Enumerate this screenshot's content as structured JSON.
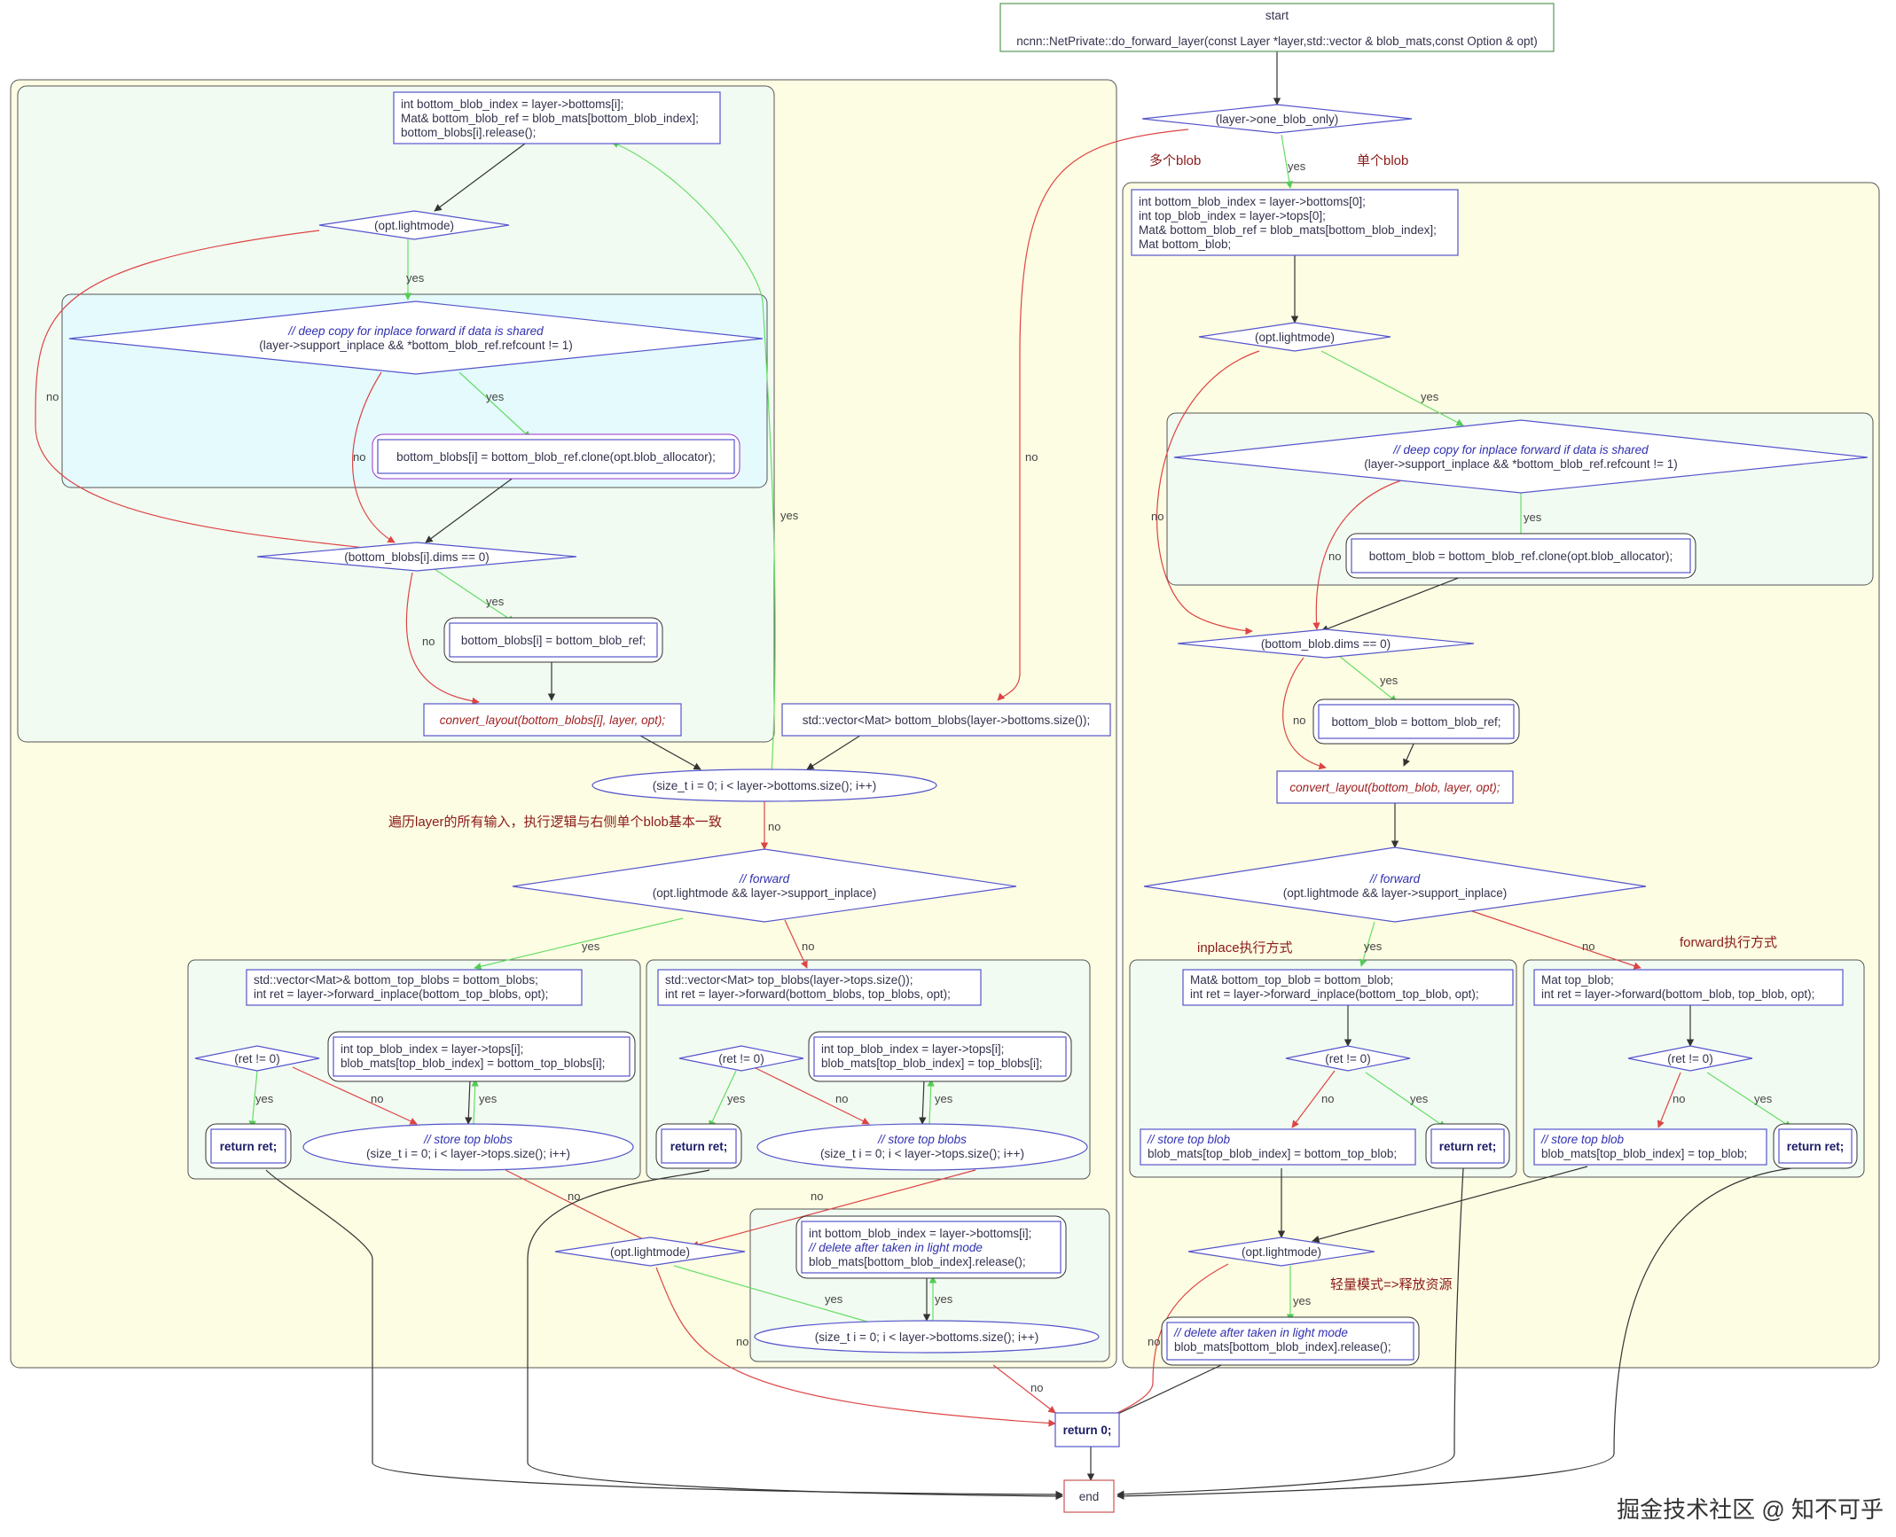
{
  "nodes": {
    "start": {
      "line1": "start",
      "line2": "ncnn::NetPrivate::do_forward_layer(const Layer *layer,std::vector & blob_mats,const Option & opt)"
    },
    "one_blob_only": "(layer->one_blob_only)",
    "right_decl": [
      "int bottom_blob_index = layer->bottoms[0];",
      "int top_blob_index = layer->tops[0];",
      "Mat& bottom_blob_ref = blob_mats[bottom_blob_index];",
      "Mat bottom_blob;"
    ],
    "right_lightmode": "(opt.lightmode)",
    "right_deepcopy": [
      "// deep copy for inplace forward if data is shared",
      "(layer->support_inplace && *bottom_blob_ref.refcount != 1)"
    ],
    "right_clone": "bottom_blob = bottom_blob_ref.clone(opt.blob_allocator);",
    "right_dims": "(bottom_blob.dims == 0)",
    "right_assign": "bottom_blob = bottom_blob_ref;",
    "right_convert": "convert_layout(bottom_blob, layer, opt);",
    "right_forward": [
      "// forward",
      "(opt.lightmode && layer->support_inplace)"
    ],
    "right_inplace": [
      "Mat& bottom_top_blob = bottom_blob;",
      "int ret = layer->forward_inplace(bottom_top_blob, opt);"
    ],
    "right_ret1": "(ret != 0)",
    "right_store1": [
      "// store top blob",
      "blob_mats[top_blob_index] = bottom_top_blob;"
    ],
    "right_return1": "return ret;",
    "right_fwd": [
      "Mat top_blob;",
      "int ret = layer->forward(bottom_blob, top_blob, opt);"
    ],
    "right_ret2": "(ret != 0)",
    "right_store2": [
      "// store top blob",
      "blob_mats[top_blob_index] = top_blob;"
    ],
    "right_return2": "return ret;",
    "right_light2": "(opt.lightmode)",
    "right_release": [
      "// delete after taken in light mode",
      "blob_mats[bottom_blob_index].release();"
    ],
    "left_decl": [
      "int bottom_blob_index = layer->bottoms[i];",
      "Mat& bottom_blob_ref = blob_mats[bottom_blob_index];",
      "bottom_blobs[i].release();"
    ],
    "left_lightmode": "(opt.lightmode)",
    "left_deepcopy": [
      "// deep copy for inplace forward if data is shared",
      "(layer->support_inplace && *bottom_blob_ref.refcount != 1)"
    ],
    "left_clone": "bottom_blobs[i] = bottom_blob_ref.clone(opt.blob_allocator);",
    "left_dims": "(bottom_blobs[i].dims == 0)",
    "left_assign": "bottom_blobs[i] = bottom_blob_ref;",
    "left_convert": "convert_layout(bottom_blobs[i], layer, opt);",
    "left_vector": "std::vector<Mat> bottom_blobs(layer->bottoms.size());",
    "left_loop": "(size_t i = 0; i < layer->bottoms.size(); i++)",
    "left_forward": [
      "// forward",
      "(opt.lightmode && layer->support_inplace)"
    ],
    "left_inplace": [
      "std::vector<Mat>& bottom_top_blobs = bottom_blobs;",
      "int ret = layer->forward_inplace(bottom_top_blobs, opt);"
    ],
    "left_ret1": "(ret != 0)",
    "left_topidx1": [
      "int top_blob_index = layer->tops[i];",
      "blob_mats[top_blob_index] = bottom_top_blobs[i];"
    ],
    "left_return1": "return ret;",
    "left_store1": [
      "// store top blobs",
      "(size_t i = 0; i < layer->tops.size(); i++)"
    ],
    "left_fwd": [
      "std::vector<Mat> top_blobs(layer->tops.size());",
      "int ret = layer->forward(bottom_blobs, top_blobs, opt);"
    ],
    "left_ret2": "(ret != 0)",
    "left_topidx2": [
      "int top_blob_index = layer->tops[i];",
      "blob_mats[top_blob_index] = top_blobs[i];"
    ],
    "left_return2": "return ret;",
    "left_store2": [
      "// store top blobs",
      "(size_t i = 0; i < layer->tops.size(); i++)"
    ],
    "left_light2": "(opt.lightmode)",
    "left_release": [
      "int bottom_blob_index = layer->bottoms[i];",
      "// delete after taken in light mode",
      "blob_mats[bottom_blob_index].release();"
    ],
    "left_loop2": "(size_t i = 0; i < layer->bottoms.size(); i++)",
    "return0": "return 0;",
    "end": "end"
  },
  "edge_labels": {
    "yes": "yes",
    "no": "no"
  },
  "annotations": {
    "multi_blob": "多个blob",
    "single_blob": "单个blob",
    "traverse": "遍历layer的所有输入，执行逻辑与右侧单个blob基本一致",
    "inplace_mode": "inplace执行方式",
    "forward_mode": "forward执行方式",
    "light_release": "轻量模式=>释放资源"
  },
  "watermark": "掘金技术社区 @ 知不可乎",
  "colors": {
    "yes_edge": "#66dd66",
    "no_edge": "#dd4444",
    "node_border": "#5555cc",
    "start_border": "#559955",
    "end_border": "#cc5555",
    "outer_fill": "#fdfde3",
    "inner_fill": "#f2fbf2",
    "deep_fill": "#e4fafc"
  }
}
